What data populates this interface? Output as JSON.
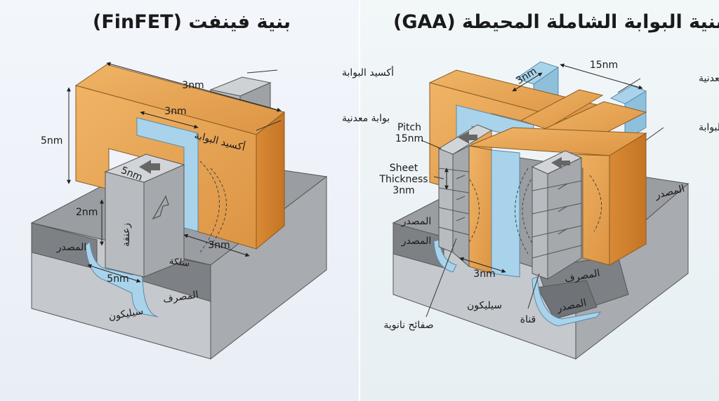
{
  "titles": {
    "finfet": "بنية فينفت (FinFET)",
    "gaa": "بنية البوابة الشاملة المحيطة (GAA)"
  },
  "finfet": {
    "gate_oxide": "أكسيد البوابة",
    "metal_gate": "بوابة معدنية",
    "inner_oxide": "أكسيد البوابة",
    "fin": "زعنفة",
    "source": "المصدر",
    "drain": "المصرف",
    "silicon": "سيليكون",
    "channel": "سلكة",
    "dim_gate_length": "3nm",
    "dim_height": "5nm",
    "dim_oxide": "3nm",
    "dim_fin_top": "5nm",
    "dim_2nm": "2nm",
    "dim_right": "3nm",
    "dim_bottom": "5nm"
  },
  "gaa": {
    "dim_3nm_top": "3nm",
    "dim_15nm": "15nm",
    "metal_gate": "بوابة معدنية",
    "gate_oxide": "أكسيد البوابة",
    "pitch_line1": "Pitch",
    "pitch_line2": "15nm",
    "sheet_line1": "Sheet",
    "sheet_line2": "Thickness",
    "sheet_line3": "3nm",
    "source_right": "المصدر",
    "source_left1": "المصدر",
    "source_left2": "المصدر",
    "drain": "المصرف",
    "source_bottom": "المصدر",
    "dim_bottom": "3nm",
    "silicon": "سيليكون",
    "channel": "قناة",
    "nanosheets": "صفائح نانوية"
  },
  "colors": {
    "gold": "#e6a152",
    "gold_dark": "#c97f2e",
    "oxide_blue": "#a9d3ea",
    "silicon_gray": "#b9bcc0",
    "dark_gray": "#6f7276"
  }
}
